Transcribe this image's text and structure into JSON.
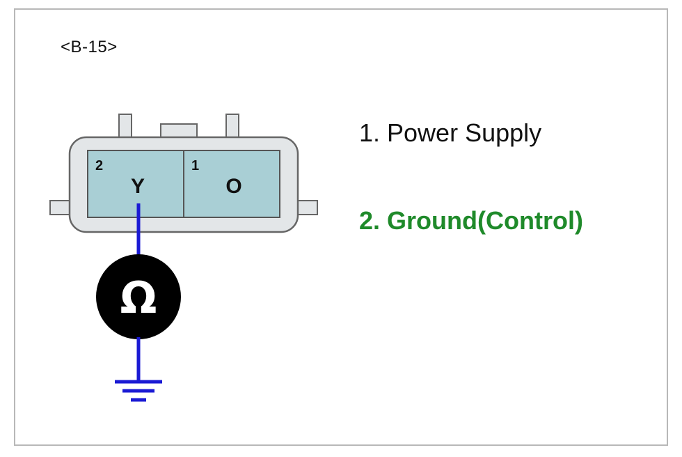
{
  "connector": {
    "id": "<B-15>",
    "pins": [
      {
        "number": "2",
        "wire_color": "Y"
      },
      {
        "number": "1",
        "wire_color": "O"
      }
    ]
  },
  "meter": {
    "symbol": "Ω",
    "probe_color": "#1a1ad4"
  },
  "legend": [
    {
      "text": "1. Power Supply",
      "color": "#111111"
    },
    {
      "text": "2. Ground(Control)",
      "color": "#1f8a2a"
    }
  ],
  "colors": {
    "connector_fill": "#e3e6e8",
    "cavity_fill": "#a9cfd5",
    "outline": "#555555",
    "meter_body": "#000000"
  }
}
